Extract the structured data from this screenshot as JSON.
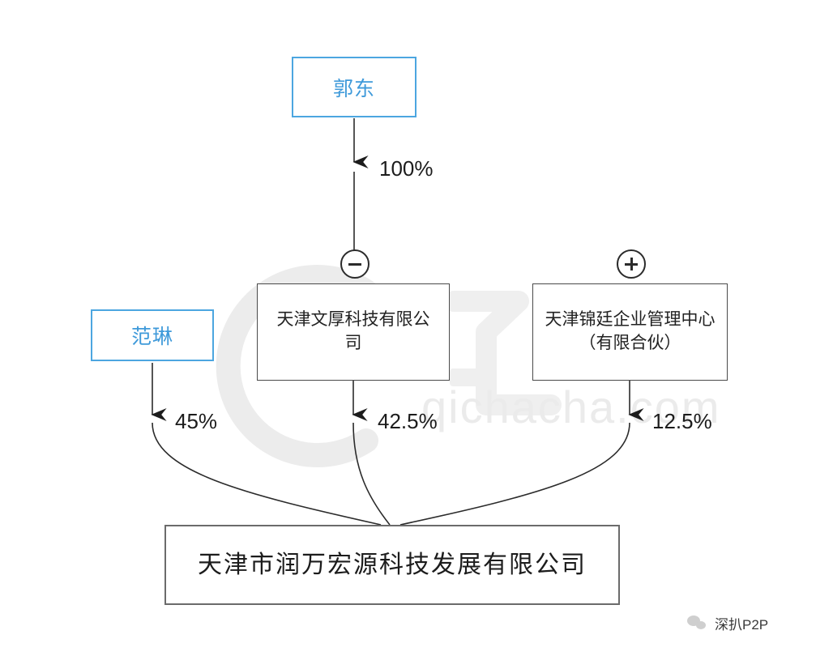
{
  "diagram": {
    "type": "equity-ownership-tree",
    "watermark": "qichacha.com",
    "nodes": {
      "guodong": {
        "label": "郭东",
        "kind": "person"
      },
      "fanlin": {
        "label": "范琳",
        "kind": "person"
      },
      "wenhou": {
        "label": "天津文厚科技有限公司",
        "kind": "company"
      },
      "jinting": {
        "label": "天津锦廷企业管理中心（有限合伙）",
        "kind": "company"
      },
      "runwan": {
        "label": "天津市润万宏源科技发展有限公司",
        "kind": "company-root"
      }
    },
    "edges": [
      {
        "from": "guodong",
        "to": "wenhou",
        "percent": "100%"
      },
      {
        "from": "fanlin",
        "to": "runwan",
        "percent": "45%"
      },
      {
        "from": "wenhou",
        "to": "runwan",
        "percent": "42.5%"
      },
      {
        "from": "jinting",
        "to": "runwan",
        "percent": "12.5%"
      }
    ],
    "toggles": {
      "wenhou_collapse": "−",
      "jinting_expand": "+"
    }
  },
  "brand": {
    "name": "深扒P2P"
  },
  "colors": {
    "person_border": "#4ca6e0",
    "person_text": "#3f9ada",
    "company_border": "#4a4a4a",
    "root_border": "#6b6b6b",
    "edge": "#2b2b2b",
    "watermark": "#ebebeb"
  }
}
